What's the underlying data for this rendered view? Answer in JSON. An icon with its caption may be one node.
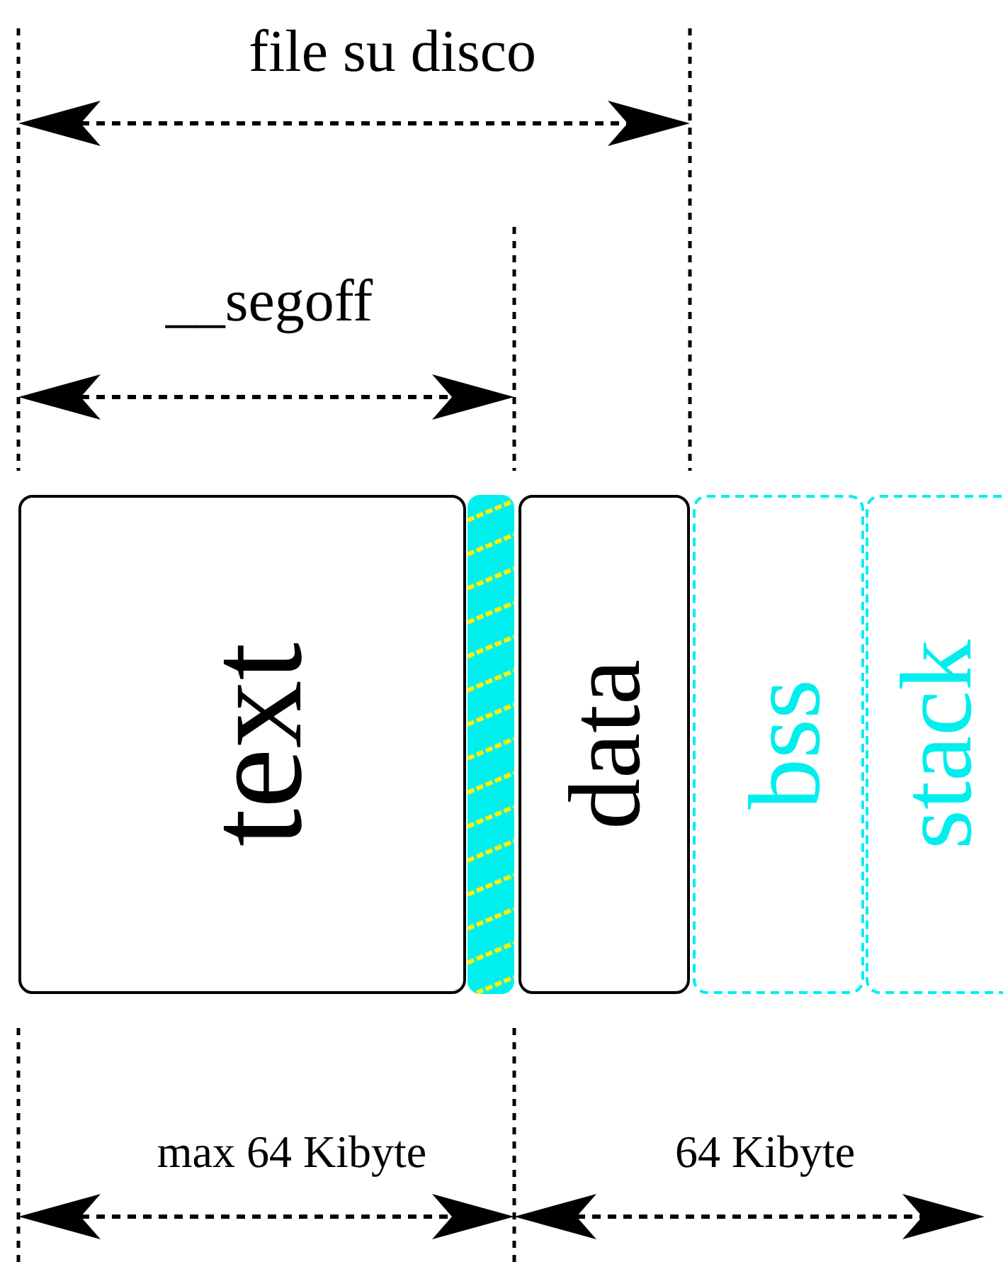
{
  "diagram": {
    "nodes": [
      {
        "text": [
          "text"
        ]
      },
      {
        "text": [],
        "shape": "bar"
      },
      {
        "text": [
          "data"
        ]
      },
      {
        "text": [
          "bss"
        ]
      },
      {
        "text": [
          "stack"
        ]
      }
    ],
    "labels": [
      "file su disco",
      "__segoff",
      "max 64 Kibyte",
      "64 Kibyte"
    ]
  }
}
